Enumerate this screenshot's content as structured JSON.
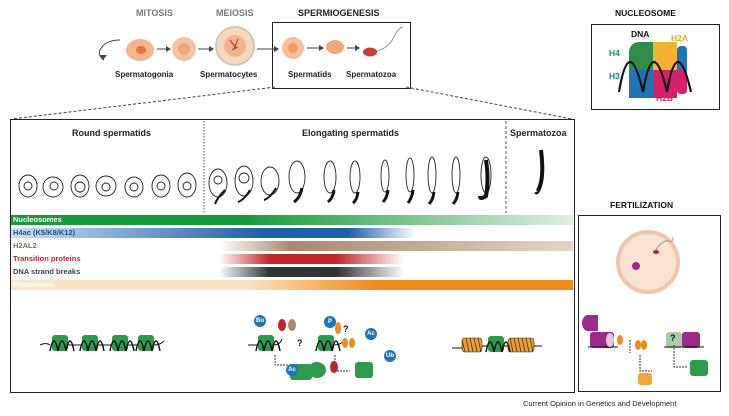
{
  "top": {
    "phases": {
      "mitosis": "MITOSIS",
      "meiosis": "MEIOSIS",
      "spermiogenesis": "SPERMIOGENESIS"
    },
    "cells": {
      "spermatogonia": "Spermatogonia",
      "spermatocytes": "Spermatocytes",
      "spermatids": "Spermatids",
      "spermatozoa": "Spermatozoa"
    }
  },
  "nucleosome": {
    "title": "NUCLEOSOME",
    "dna": "DNA",
    "h2a": "H2A",
    "h4": "H4",
    "h3": "H3",
    "h2b": "H2B"
  },
  "stages": {
    "round": "Round spermatids",
    "elongating": "Elongating spermatids",
    "spermatozoa": "Spermatozoa"
  },
  "tracks": [
    {
      "label": "Nucleosomes",
      "color": "#1a9a3a",
      "label_color": "#ffffff"
    },
    {
      "label": "H4ac (K5/K8/K12)",
      "color": "#1f5fa8",
      "label_color": "#1f4f8c"
    },
    {
      "label": "H2AL2",
      "color": "#a7896c",
      "label_color": "#8b6b4c"
    },
    {
      "label": "Transition proteins",
      "color": "#c0272d",
      "label_color": "#c0272d"
    },
    {
      "label": "DNA strand breaks",
      "color": "#333333",
      "label_color": "#444444"
    },
    {
      "label": "Protamines",
      "color": "#f08a1c",
      "label_color": "#ffffff"
    }
  ],
  "modifications": {
    "bu": "Bu",
    "p": "P",
    "ac1": "Ac",
    "ac2": "Ac",
    "ub": "Ub",
    "q1": "?",
    "q2": "?"
  },
  "fertilization": {
    "title": "FERTILIZATION",
    "q": "?"
  },
  "footer": "Current Opinion in Genetics and Development"
}
